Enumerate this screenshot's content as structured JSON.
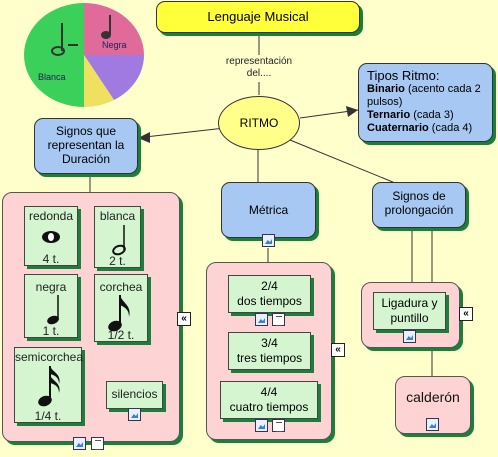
{
  "title": "Lenguaje Musical",
  "link_label": "representación del....",
  "center": "RITMO",
  "tipos": {
    "heading": "Tipos Ritmo:",
    "lines": [
      {
        "bold": "Binario",
        "rest": " (acento cada 2 pulsos)"
      },
      {
        "bold": "Ternario",
        "rest": " (cada 3)"
      },
      {
        "bold": "Cuaternario",
        "rest": " (cada 4)"
      }
    ]
  },
  "pie_labels": {
    "blanca": "Blanca",
    "negra": "Negra"
  },
  "signos_duracion": "Signos que representan la Duración",
  "metrica": "Métrica",
  "prolongacion": "Signos de prolongación",
  "notes": [
    {
      "name": "redonda",
      "value": "4 t."
    },
    {
      "name": "blanca",
      "value": "2 t."
    },
    {
      "name": "negra",
      "value": "1 t."
    },
    {
      "name": "corchea",
      "value": "1/2 t."
    },
    {
      "name": "semicorchea",
      "value": "1/4 t."
    }
  ],
  "silencios": "silencios",
  "compases": [
    {
      "frac": "2/4",
      "label": "dos tiempos"
    },
    {
      "frac": "3/4",
      "label": "tres tiempos"
    },
    {
      "frac": "4/4",
      "label": "cuatro tiempos"
    }
  ],
  "ligadura": "Ligadura y puntillo",
  "calderon": "calderón",
  "chevron": "«"
}
